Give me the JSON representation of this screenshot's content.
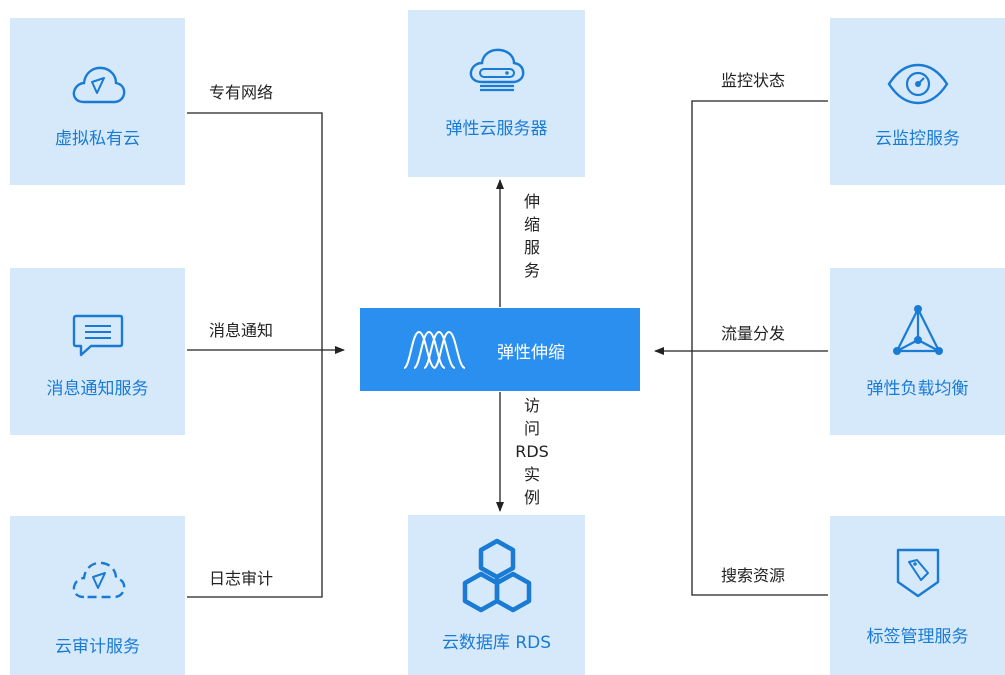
{
  "nodes": {
    "vpc": "虚拟私有云",
    "smn": "消息通知服务",
    "cts": "云审计服务",
    "ecs": "弹性云服务器",
    "rds": "云数据库 RDS",
    "ces": "云监控服务",
    "elb": "弹性负载均衡",
    "tms": "标签管理服务",
    "as": "弹性伸缩"
  },
  "edges": {
    "vpc": "专有网络",
    "smn": "消息通知",
    "cts": "日志审计",
    "ecs": "伸缩服务",
    "rds": "访问RDS实例",
    "ces": "监控状态",
    "elb": "流量分发",
    "tms": "搜索资源"
  },
  "colors": {
    "node_bg": "#d5e9fb",
    "node_text": "#1a7bd4",
    "center_bg": "#2b8ff0",
    "line": "#222222"
  },
  "icons": {
    "vpc": "cloud-network-icon",
    "smn": "message-icon",
    "cts": "cloud-audit-icon",
    "ecs": "cloud-server-icon",
    "rds": "database-hexagon-icon",
    "ces": "eye-monitor-icon",
    "elb": "load-balancer-icon",
    "tms": "tag-icon",
    "as": "wave-icon"
  }
}
